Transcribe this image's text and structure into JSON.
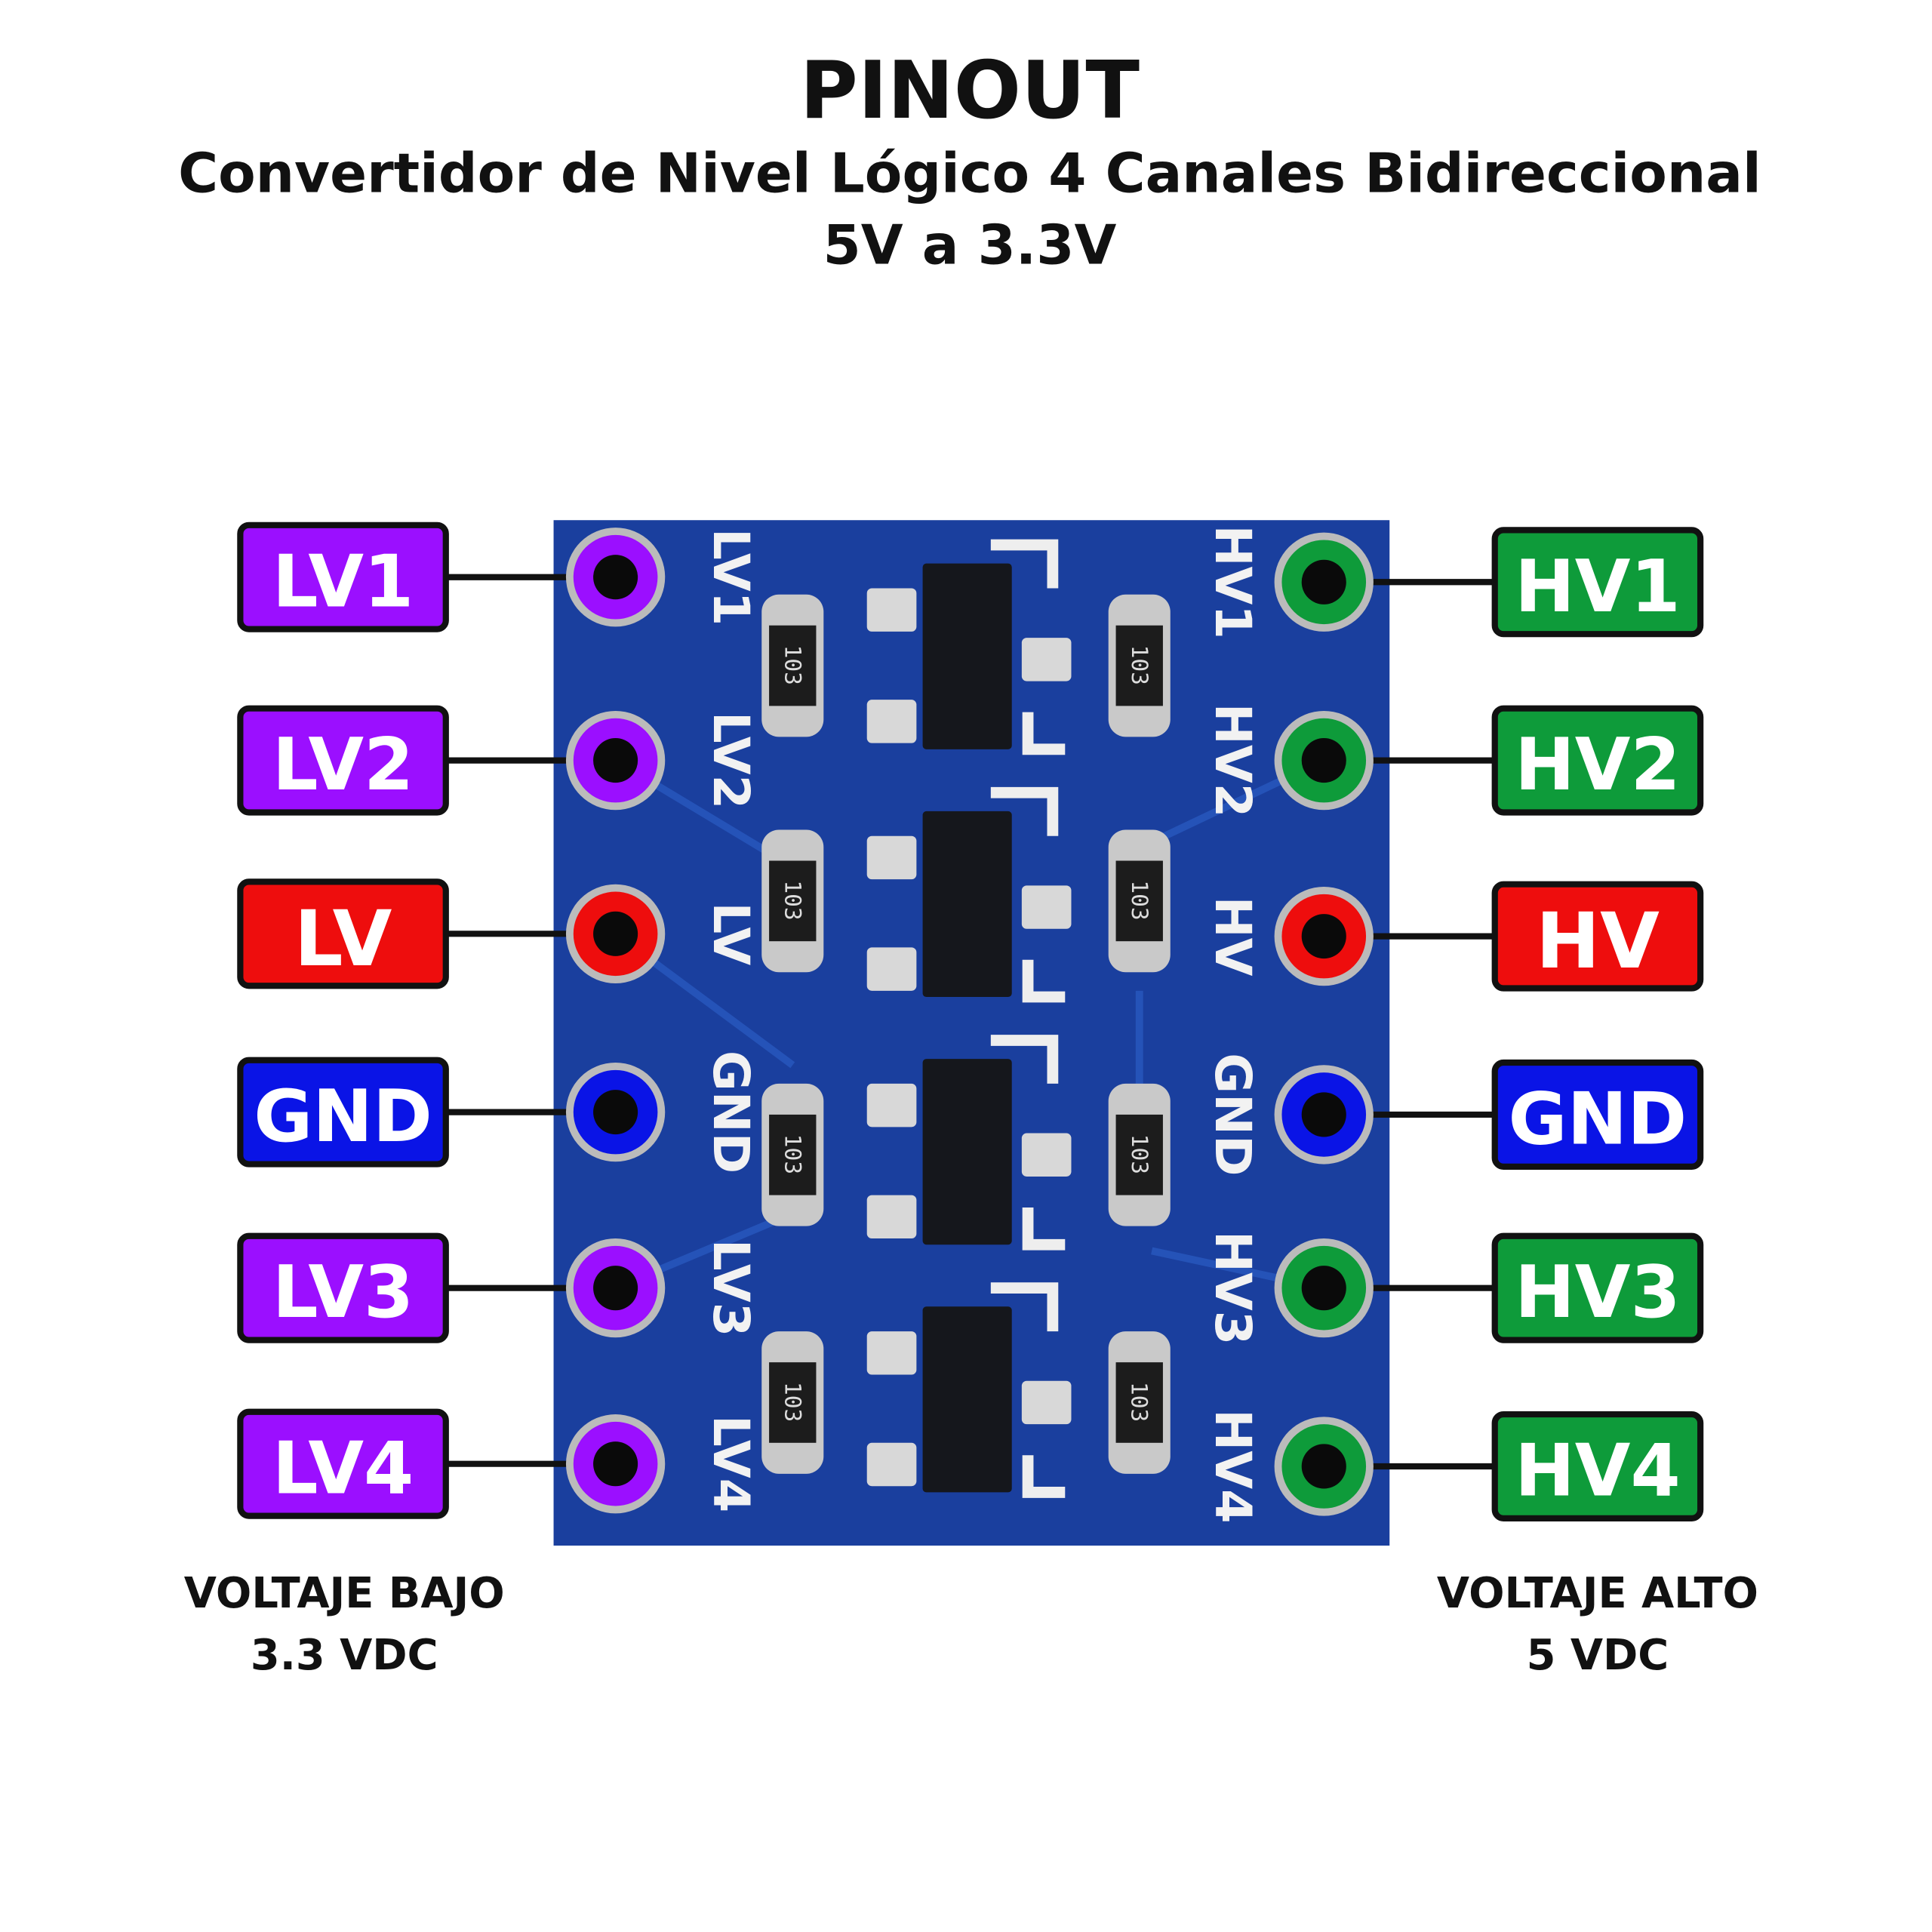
{
  "header": {
    "title": "PINOUT",
    "subtitle": "Convertidor de Nivel Lógico 4 Canales Bidireccional",
    "subtitle2": "5V a 3.3V"
  },
  "colors": {
    "signal_low": "#9b0fff",
    "signal_high": "#0e9b3a",
    "power": "#ee0d0d",
    "ground": "#0a14e6",
    "board": "#1a3f9e"
  },
  "left_pins": [
    {
      "label": "LV1",
      "color": "#9b0fff",
      "silk": "LV1"
    },
    {
      "label": "LV2",
      "color": "#9b0fff",
      "silk": "LV2"
    },
    {
      "label": "LV",
      "color": "#ee0d0d",
      "silk": "LV"
    },
    {
      "label": "GND",
      "color": "#0a14e6",
      "silk": "GND"
    },
    {
      "label": "LV3",
      "color": "#9b0fff",
      "silk": "LV3"
    },
    {
      "label": "LV4",
      "color": "#9b0fff",
      "silk": "LV4"
    }
  ],
  "right_pins": [
    {
      "label": "HV1",
      "color": "#0e9b3a",
      "silk": "HV1"
    },
    {
      "label": "HV2",
      "color": "#0e9b3a",
      "silk": "HV2"
    },
    {
      "label": "HV",
      "color": "#ee0d0d",
      "silk": "HV"
    },
    {
      "label": "GND",
      "color": "#0a14e6",
      "silk": "GND"
    },
    {
      "label": "HV3",
      "color": "#0e9b3a",
      "silk": "HV3"
    },
    {
      "label": "HV4",
      "color": "#0e9b3a",
      "silk": "HV4"
    }
  ],
  "resistor_marking": "103",
  "footer": {
    "left_line1": "VOLTAJE BAJO",
    "left_line2": "3.3 VDC",
    "right_line1": "VOLTAJE ALTO",
    "right_line2": "5 VDC"
  }
}
